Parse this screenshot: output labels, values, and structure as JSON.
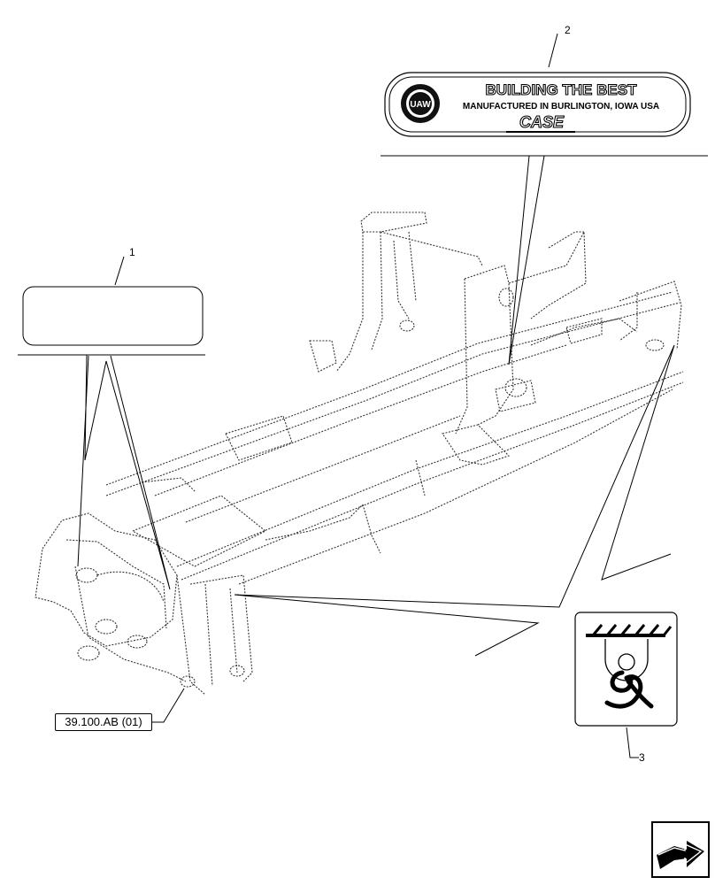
{
  "callouts": {
    "c1": "1",
    "c2": "2",
    "c3": "3"
  },
  "decal": {
    "line1": "BUILDING THE BEST",
    "line2": "MANUFACTURED IN BURLINGTON, IOWA USA",
    "brand": "CASE",
    "seal": "UAW"
  },
  "reference": {
    "label": "39.100.AB (01)"
  },
  "icons": {
    "lift_point": "lift-point-hook-icon",
    "navigate": "next-page-arrow-icon"
  }
}
